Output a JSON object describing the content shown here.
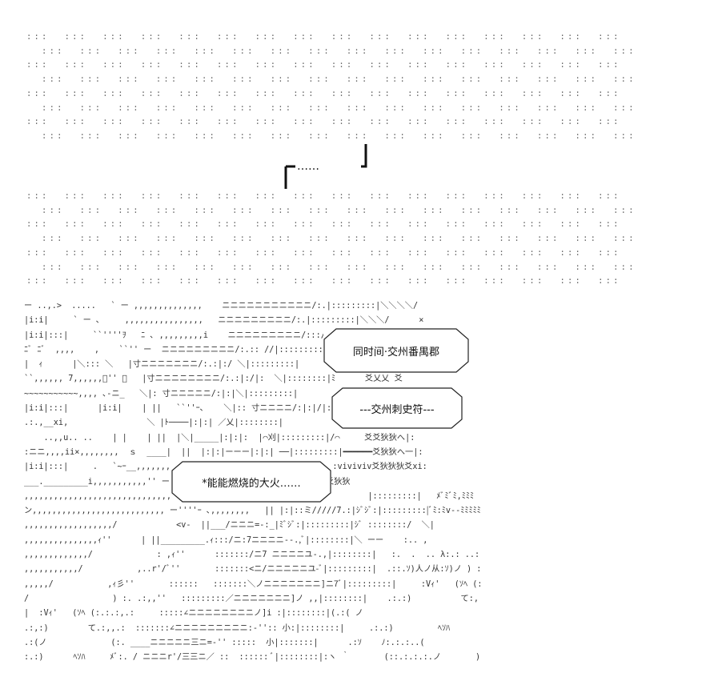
{
  "dots_block_1": [
    ":::  :::  :::  :::  :::  :::  :::  :::  :::  :::  :::  :::  :::  :::  :::  :::  :::  :::  :::  :::  :::  :::  :::  :::  :::  :::  :::  :::  :::  :::  :::",
    "  :::  :::  :::  :::  :::  :::  :::  :::  :::  :::  :::  :::  :::  :::  :::  :::  :::  :::  :::  :::  :::  :::  :::  :::  :::  :::  :::  :::  :::  :::  :::",
    ":::  :::  :::  :::  :::  :::  :::  :::  :::  :::  :::  :::  :::  :::  :::  :::  :::  :::  :::  :::  :::  :::  :::  :::  :::  :::  :::  :::  :::  :::  :::",
    "  :::  :::  :::  :::  :::  :::  :::  :::  :::  :::  :::  :::  :::  :::  :::  :::  :::  :::  :::  :::  :::  :::  :::  :::  :::  :::  :::  :::  :::  :::  :::",
    ":::  :::  :::  :::  :::  :::  :::  :::  :::  :::  :::  :::  :::  :::  :::  :::  :::  :::  :::  :::  :::  :::  :::  :::  :::  :::  :::  :::  :::  :::  :::",
    "  :::  :::  :::  :::  :::  :::  :::  :::  :::  :::  :::  :::  :::  :::  :::  :::  :::  :::  :::  :::  :::  :::  :::  :::  :::  :::  :::  :::  :::  :::  :::",
    ":::  :::  :::  :::  :::  :::  :::  :::  :::  :::  :::  :::  :::  :::  :::  :::  :::  :::  :::  :::  :::  :::  :::  :::  :::  :::  :::  :::  :::  :::  :::",
    "  :::  :::  :::  :::  :::  :::  :::  :::  :::  :::  :::  :::  :::  :::  :::  :::  :::  :::  :::  :::  :::  :::  :::  :::  :::  :::  :::  :::  :::  :::  :::"
  ],
  "bracket_text": "┏━……━┛\n┃",
  "dots_block_2": [
    ":::  :::  :::  :::  :::  :::  :::  :::  :::  :::  :::  :::  :::  :::  :::  :::  :::  :::  :::  :::  :::  :::  :::  :::  :::  :::  :::  :::  :::  :::  :::",
    "  :::  :::  :::  :::  :::  :::  :::  :::  :::  :::  :::  :::  :::  :::  :::  :::  :::  :::  :::  :::  :::  :::  :::  :::  :::  :::  :::  :::  :::  :::  :::",
    ":::  :::  :::  :::  :::  :::  :::  :::  :::  :::  :::  :::  :::  :::  :::  :::  :::  :::  :::  :::  :::  :::  :::  :::  :::  :::  :::  :::  :::  :::  :::",
    "  :::  :::  :::  :::  :::  :::  :::  :::  :::  :::  :::  :::  :::  :::  :::  :::  :::  :::  :::  :::  :::  :::  :::  :::  :::  :::  :::  :::  :::  :::  :::",
    ":::  :::  :::  :::  :::  :::  :::  :::  :::  :::  :::  :::  :::  :::  :::  :::  :::  :::  :::  :::  :::  :::  :::  :::  :::  :::  :::  :::  :::  :::  :::",
    "  :::  :::  :::  :::  :::  :::  :::  :::  :::  :::  :::  :::  :::  :::  :::  :::  :::  :::  :::  :::  :::  :::  :::  :::  :::  :::  :::  :::  :::  :::  :::",
    ":::  :::  :::  :::  :::  :::  :::  :::  :::  :::  :::  :::  :::  :::  :::  :::  :::  :::  :::  :::  :::  :::  :::  :::  :::  :::  :::  :::  :::  :::  :::"
  ],
  "scene_lines": [
    "ー ..,.>  .....   ` ー ,,,,,,,,,,,,,,    ニニニニニニニニニニニ/:.|:::::::::|＼＼＼＼/",
    "|i:i|     ` ー ､     ,,,,,,,,,,,,,,,,   ニニニニニニニニニ/:.|:::::::::|＼＼＼/      ×",
    "|i:i|:::|     ``''''ｦ   ﾆ ､ ,,,,,,,,,i    ニニニニニニニニニ/:::/|:::::::::|",
    "ﾆﾞ ﾆﾞ  ,,,,    ,    ``'' ー  ニニニニニニニニニ/:.:: //|:::::::::|",
    "|  ｨ      |＼::: ＼   |寸ニニニニニニニ/:.:|:/ ＼|:::::::::|",
    "``,,,,,, 7,,,,,,ﾞ'' ､   |寸ニニニニニニニニ/:.:|:/|:  ＼|::::::::|ﾐ      爻乂乂 爻",
    "~~~~~~~~~~~,,,, ､-ニ_   ＼|: 寸ニニニニニ/:|:|＼|:::::::::|",
    "|i:i|:::|      |i:i|    | ||   ``''ｰ､    ＼|:: 寸ニニニニ/:|:|/|:::::::::|",
    ".:.,__xi,                ＼ |ﾄ────|:|:| ／乂|::::::::|",
    "    ..,,u.. ..    | |    | ||  |＼|_____|:|:|:  |⌒刈|:::::::::|/⌒     爻爻狄狄へ|:",
    ":ニニ,,,,ii×,,,,,,,,  ｓ  ____|  ||  |:|:|ーーー|:|:| ──|:::::::::|━━━━━━爻狄狄へ一|:",
    "|i:i|:::|     .   `~ｰ__,,,,,,,        |:|:|  |:::::::::|  .:.:.:viviviv爻狄狄狄爻xi:",
    "___._________i,,,,,,,,,,,'' ー            |::::::::|   ﾒﾞﾐﾐﾞ爻⌒爻狄狄",
    ",,,,,,,,,,,,,,,,,,,,,,,,,,,,,,,,,,,,,,,,,,,,,xy                       |:::::::::|   ﾒﾞﾐﾞﾐ,ﾐﾐﾐ ,.viviv",
    "ン,,,,,,,,,,,,,,,,,,,,,,,,,,, ー''''ｰ ､,,,,,,,,   || |:|::ミ/////7.:|ｼﾞｼﾞ:|:::::::::|ﾞﾐ:ﾐv‐‐ﾐﾐﾐﾐﾐ ,.:",
    ",,,,,,,,,,,,,,,,,,/            <v-  ||___/ニニニ=-:_|ﾐﾞｼﾞ:|:::::::::|ｼﾞ ::::::::/  ＼|",
    ",,,,,,,,,,,,,,,ｨ''      | ||_________.ｨ:::/ニ:7ニニニニ--.,ﾞ|::::::::|＼ ーー    :.. ,",
    ",,,,,,,,,,,,,/             : ,ｨ''      :::::::/ニ7 ニニニニユ-.,|::::::::|   :.  .  .. λ:.: ..:)..:.:",
    ",,,,,,,,,,,/           ,..r'/ﾞ''       :::::::<ニ/ニニニニニユ-ﾞ|:::::::::|  .::.ｿ)人ノ从:ｿ)ノ ) :.:",
    ",,,,,/           ,ｨ彡''       ::::::   :::::::＼ノニニニニニニニ]ニ7ﾞ|:::::::::|     :Vｨ'   (ｿﾍ (:.:.:,",
    "/                 ) :. .:,,''   :::::::::／ニニニニニニニ]ノ ,,|::::::::|    .:.:)          て:,,",
    "|  :Vｨ'   (ｿﾍ (:.:.:,.:     :::::∠ニニニニニニニニノ]i :|::::::::|(.:( ノ",
    ".:,:)        て.:,,.:  :::::::∠ニニニニニニニニニ:-'':: 小:|::::::::|     .:.:)         ﾍｿﾊ       ﾒﾞ:",
    ".:(ノ             (:. ____ニニニニニ三ニ=-'' :::::  小|:::::::|      .:ｿ    ﾉ:.:.:..(",
    ":.:)      ﾍｿﾊ     ﾒﾞ:. / ニニニr'/三三ニ／ ::  :::::: ﾞ|::::::::|:ヽ ｀       (::.:.:.:.ノ       ):::"
  ],
  "bubbles": {
    "time": "同时间·交州番禺郡",
    "governor": "---交州刺史符---",
    "fire": "*能能燃烧的大火……"
  }
}
